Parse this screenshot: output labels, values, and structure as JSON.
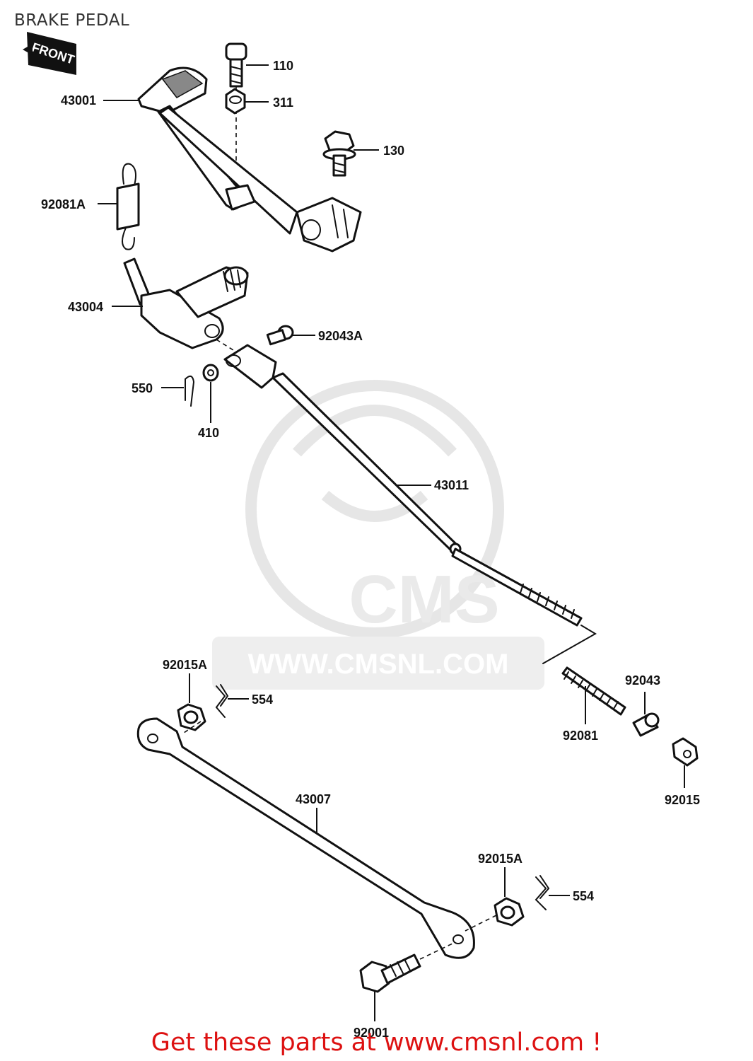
{
  "diagram": {
    "title": "BRAKE PEDAL",
    "front_marker": "FRONT",
    "watermark": {
      "brand": "CMS",
      "url": "WWW.CMSNL.COM"
    },
    "parts": [
      {
        "number": "110"
      },
      {
        "number": "311"
      },
      {
        "number": "43001"
      },
      {
        "number": "130"
      },
      {
        "number": "92081A"
      },
      {
        "number": "43004"
      },
      {
        "number": "92043A"
      },
      {
        "number": "550"
      },
      {
        "number": "410"
      },
      {
        "number": "43011"
      },
      {
        "number": "92015A"
      },
      {
        "number": "554"
      },
      {
        "number": "92043"
      },
      {
        "number": "92081"
      },
      {
        "number": "92015"
      },
      {
        "number": "43007"
      },
      {
        "number": "92015A"
      },
      {
        "number": "554"
      },
      {
        "number": "92001"
      }
    ]
  },
  "footer": {
    "text": "Get these parts at www.cmsnl.com !"
  },
  "colors": {
    "footer": "#dd1111",
    "ink": "#111111",
    "watermark": "#e6e6e6"
  }
}
